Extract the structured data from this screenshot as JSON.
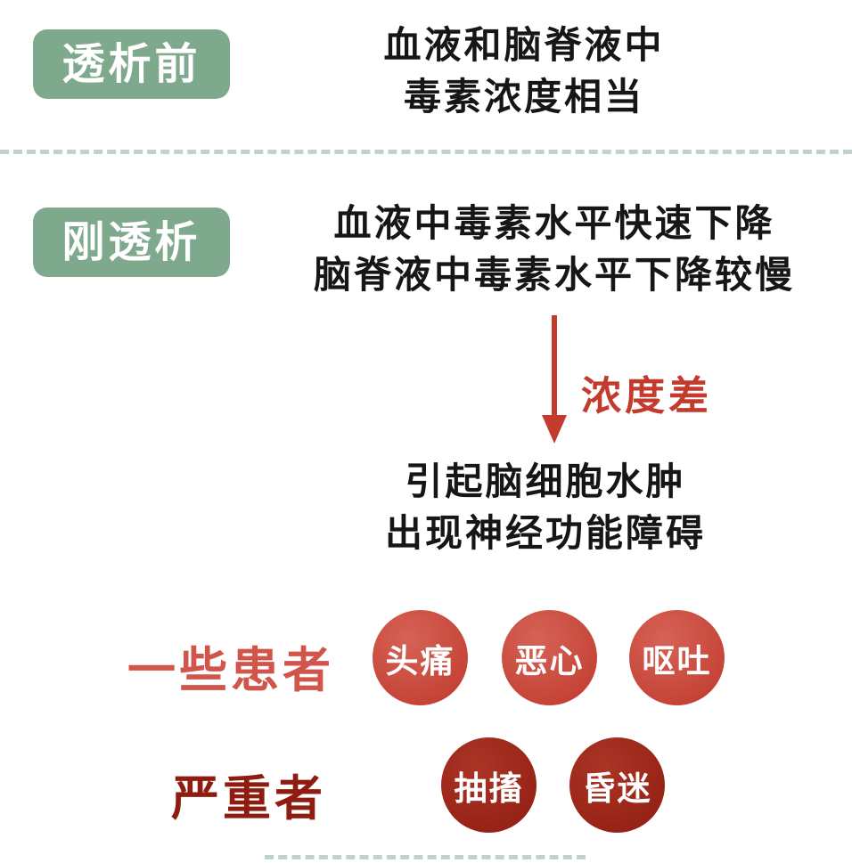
{
  "colors": {
    "badge_green": "#7fa98c",
    "dash_green": "#bfd4c6",
    "text_black": "#161616",
    "arrow_red": "#c23b2c",
    "patients_light_red": "#d2554b",
    "circle_red": "#bf392b",
    "severe_dark_red": "#8e1c10",
    "circle_dark_red": "#8f1d10"
  },
  "sections": {
    "pre_dialysis": {
      "badge": "透析前",
      "line1": "血液和脑脊液中",
      "line2": "毒素浓度相当"
    },
    "just_dialyzed": {
      "badge": "刚透析",
      "line1": "血液中毒素水平快速下降",
      "line2": "脑脊液中毒素水平下降较慢"
    },
    "arrow_label": "浓度差",
    "consequence": {
      "line1": "引起脑细胞水肿",
      "line2": "出现神经功能障碍"
    },
    "some_patients": {
      "label": "一些患者",
      "symptoms": [
        "头痛",
        "恶心",
        "呕吐"
      ]
    },
    "severe": {
      "label": "严重者",
      "symptoms": [
        "抽搐",
        "昏迷"
      ]
    }
  }
}
